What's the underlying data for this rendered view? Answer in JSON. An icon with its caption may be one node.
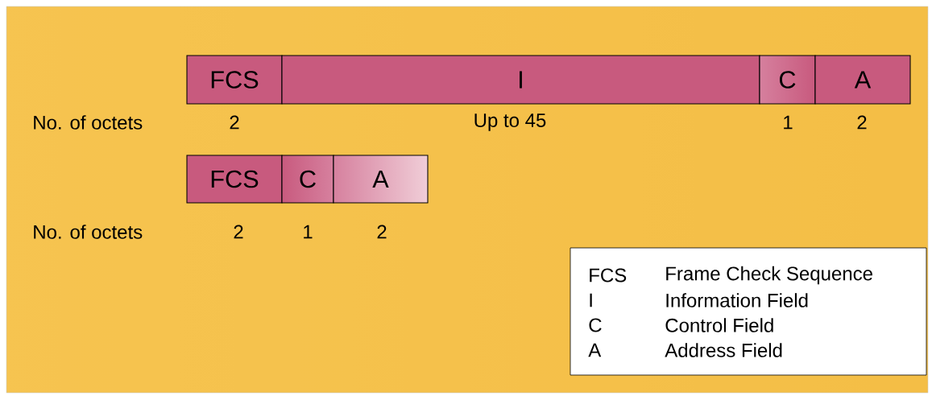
{
  "diagram": {
    "nodes": [
      {
        "text": [
          "FCS"
        ]
      },
      {
        "text": [
          "I"
        ]
      },
      {
        "text": [
          "C"
        ]
      },
      {
        "text": [
          "A"
        ]
      },
      {
        "text": [
          "FCS"
        ]
      },
      {
        "text": [
          "C"
        ]
      },
      {
        "text": [
          "A"
        ]
      },
      {
        "text": [
          "FCS",
          "Frame Check Sequence",
          "I",
          "Information Field",
          "C",
          "Control Field",
          "A",
          "Address Field"
        ]
      }
    ],
    "labels": [
      "No. of octets",
      "2",
      "Up to 45",
      "1",
      "2",
      "No. of octets",
      "2",
      "1",
      "2"
    ]
  }
}
